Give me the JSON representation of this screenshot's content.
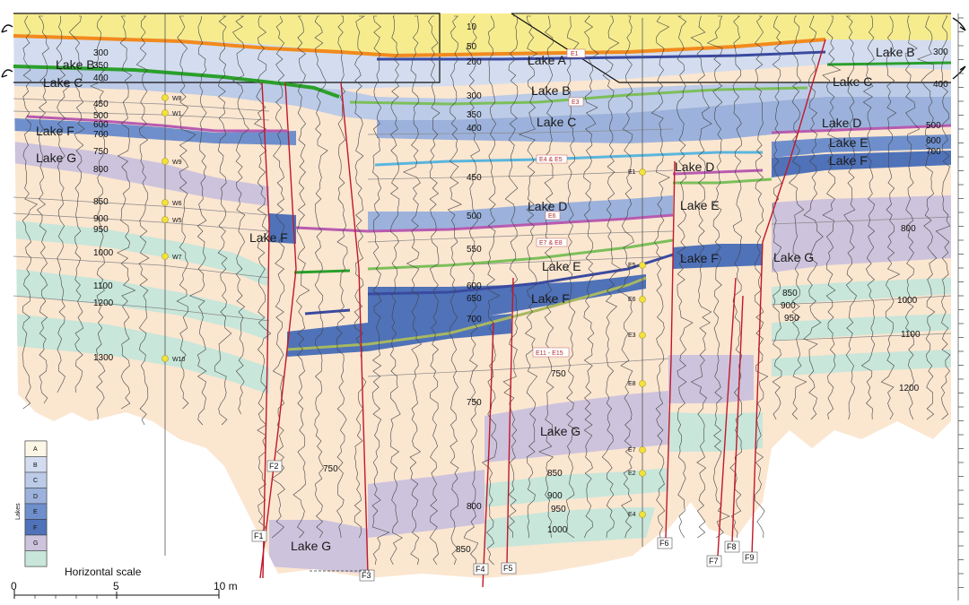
{
  "colors": {
    "background_fill": "#fbe6d0",
    "A": "#f6ec8e",
    "B": "#d3ddef",
    "C": "#bccbe7",
    "D": "#9cb2dc",
    "E": "#6f8fcc",
    "F": "#4f72b9",
    "G": "#cdc3dc",
    "water": "#c8e6da",
    "fault": "#c0182a",
    "marker_orange": "#f28a1c",
    "marker_green": "#2aa02a",
    "marker_lightgreen": "#7cbf5a",
    "marker_cyan": "#5ab6de",
    "marker_pink": "#b85bb0",
    "marker_navy": "#3a4aa0",
    "well_dot": "#f3e23a"
  },
  "lake_labels": [
    {
      "id": "lake-b-left",
      "text": "Lake B"
    },
    {
      "id": "lake-c-left",
      "text": "Lake C"
    },
    {
      "id": "lake-f-left",
      "text": "Lake F"
    },
    {
      "id": "lake-g-left",
      "text": "Lake G"
    },
    {
      "id": "lake-f-mid",
      "text": "Lake F"
    },
    {
      "id": "lake-g-bottom",
      "text": "Lake G"
    },
    {
      "id": "lake-a-center",
      "text": "Lake A"
    },
    {
      "id": "lake-b-center",
      "text": "Lake B"
    },
    {
      "id": "lake-c-center",
      "text": "Lake C"
    },
    {
      "id": "lake-d-center",
      "text": "Lake D"
    },
    {
      "id": "lake-e-center",
      "text": "Lake E"
    },
    {
      "id": "lake-f-center",
      "text": "Lake F"
    },
    {
      "id": "lake-g-center",
      "text": "Lake G"
    },
    {
      "id": "lake-d-right1",
      "text": "Lake D"
    },
    {
      "id": "lake-e-right1",
      "text": "Lake E"
    },
    {
      "id": "lake-f-right1",
      "text": "Lake F"
    },
    {
      "id": "lake-g-right1",
      "text": "Lake G"
    },
    {
      "id": "lake-b-right",
      "text": "Lake B"
    },
    {
      "id": "lake-c-right",
      "text": "Lake C"
    },
    {
      "id": "lake-d-right",
      "text": "Lake D"
    },
    {
      "id": "lake-e-right",
      "text": "Lake E"
    },
    {
      "id": "lake-f-right",
      "text": "Lake F"
    }
  ],
  "number_labels": {
    "left": [
      "300",
      "350",
      "400",
      "450",
      "500",
      "600",
      "700",
      "750",
      "800",
      "850",
      "900",
      "950",
      "1000",
      "1100",
      "1200",
      "1300"
    ],
    "center": [
      "10",
      "50",
      "200",
      "300",
      "350",
      "400",
      "450",
      "500",
      "550",
      "600",
      "650",
      "700",
      "750",
      "800",
      "850",
      "750",
      "850",
      "900",
      "950",
      "1000",
      "750"
    ],
    "right": [
      "300",
      "400",
      "500",
      "600",
      "700",
      "800",
      "850",
      "900",
      "950",
      "1000",
      "1100",
      "1200"
    ]
  },
  "faults": [
    "F1",
    "F2",
    "F3",
    "F4",
    "F5",
    "F6",
    "F7",
    "F8",
    "F9"
  ],
  "wells_w": [
    "W8",
    "W1",
    "W9",
    "W6",
    "W5",
    "W7",
    "W10"
  ],
  "wells_e": [
    "E1",
    "E5",
    "E6",
    "E3",
    "E8",
    "E7",
    "E2",
    "E4"
  ],
  "event_labels": [
    "E1",
    "E3",
    "E4 & E5",
    "E6",
    "E7 & E8",
    "E11 - E15"
  ],
  "legend": {
    "title": "Lakes",
    "items": [
      "A",
      "B",
      "C",
      "D",
      "E",
      "F",
      "G",
      ""
    ]
  },
  "scale": {
    "title": "Horizontal scale",
    "ticks": [
      "0",
      "5",
      "10 m"
    ]
  }
}
